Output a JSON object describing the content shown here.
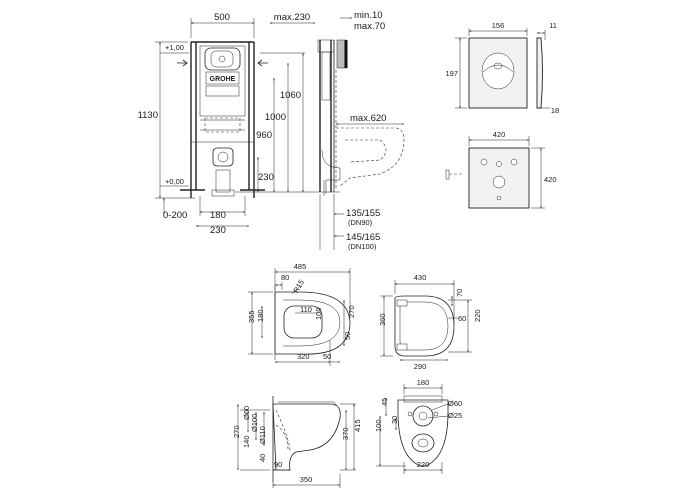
{
  "frame_view": {
    "width": "500",
    "depth_max": "max.230",
    "wall_min": "min.10",
    "wall_max": "max.70",
    "level_top": "+1,00",
    "level_floor": "+0,00",
    "height_total": "1130",
    "height_frame": "1060",
    "height_inlet": "1000",
    "height_outlet": "960",
    "height_drain": "230",
    "adjust_range": "0-200",
    "center_dist": "180",
    "drain_spacing": "230",
    "bowl_projection": "max.620",
    "drain_dn90": "135/155",
    "drain_dn90_label": "(DN90)",
    "drain_dn100": "145/165",
    "drain_dn100_label": "(DN100)",
    "brand_logo": "GROHE"
  },
  "plate_view": {
    "width": "156",
    "height": "197",
    "thickness": "11",
    "depth": "18"
  },
  "sound_mat": {
    "width": "420",
    "height": "420"
  },
  "bowl_top": {
    "length": "485",
    "offset": "80",
    "radius": "R15",
    "width": "355",
    "inner_height": "180",
    "inner_width": "110",
    "inner_depth": "100",
    "depth": "270",
    "inner_depth2": "50",
    "base_length": "320",
    "base_offset": "50"
  },
  "seat_top": {
    "length": "430",
    "hinge": "70",
    "width": "360",
    "offset": "60",
    "depth": "220",
    "base": "290"
  },
  "bowl_side": {
    "diam60": "Ø60",
    "diam100": "Ø100",
    "diam110": "Ø110",
    "height": "270",
    "d140": "140",
    "d40": "40",
    "h370": "370",
    "h415": "415",
    "floor_gap": "90",
    "length": "350"
  },
  "bowl_back": {
    "width": "180",
    "top": "45",
    "diam60": "Ø60",
    "diam25": "Ø25",
    "gap30": "30",
    "h100": "100",
    "base": "220"
  },
  "colors": {
    "line": "#222222",
    "background": "#ffffff"
  }
}
